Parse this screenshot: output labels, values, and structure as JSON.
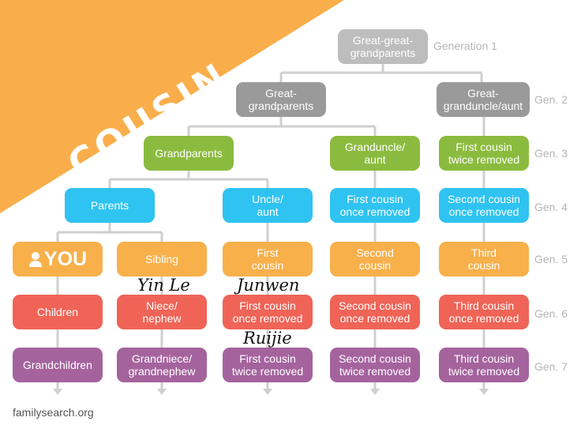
{
  "title": "COUSIN CHART",
  "colors": {
    "banner": "#f9ae4b",
    "gen1": "#bdbdbd",
    "gen2": "#9a9a9a",
    "gen3": "#8bbb3e",
    "gen4": "#2fc3f1",
    "gen5": "#f8b04b",
    "gen6": "#ef6457",
    "gen7": "#a5639e",
    "line": "#cfcfcf"
  },
  "generations": [
    "Generation 1",
    "Gen. 2",
    "Gen. 3",
    "Gen. 4",
    "Gen. 5",
    "Gen. 6",
    "Gen. 7"
  ],
  "boxes": {
    "g1": "Great-great-\ngrandparents",
    "g2a": "Great-\ngrandparents",
    "g2b": "Great-\ngranduncle/aunt",
    "g3a": "Grandparents",
    "g3b": "Granduncle/\naunt",
    "g3c": "First cousin\ntwice removed",
    "g4a": "Parents",
    "g4b": "Uncle/\naunt",
    "g4c": "First cousin\nonce removed",
    "g4d": "Second cousin\nonce removed",
    "g5a": "YOU",
    "g5b": "Sibling",
    "g5c": "First\ncousin",
    "g5d": "Second\ncousin",
    "g5e": "Third\ncousin",
    "g6a": "Children",
    "g6b": "Niece/\nnephew",
    "g6c": "First cousin\nonce removed",
    "g6d": "Second cousin\nonce removed",
    "g6e": "Third cousin\nonce removed",
    "g7a": "Grandchildren",
    "g7b": "Grandniece/\ngrandnephew",
    "g7c": "First cousin\ntwice removed",
    "g7d": "Second cousin\ntwice removed",
    "g7e": "Third cousin\ntwice removed"
  },
  "annotations": {
    "sibling": "Yin Le",
    "first_cousin": "Junwen",
    "first_cousin_once_removed": "Ruijie"
  },
  "footer": "familysearch.org"
}
